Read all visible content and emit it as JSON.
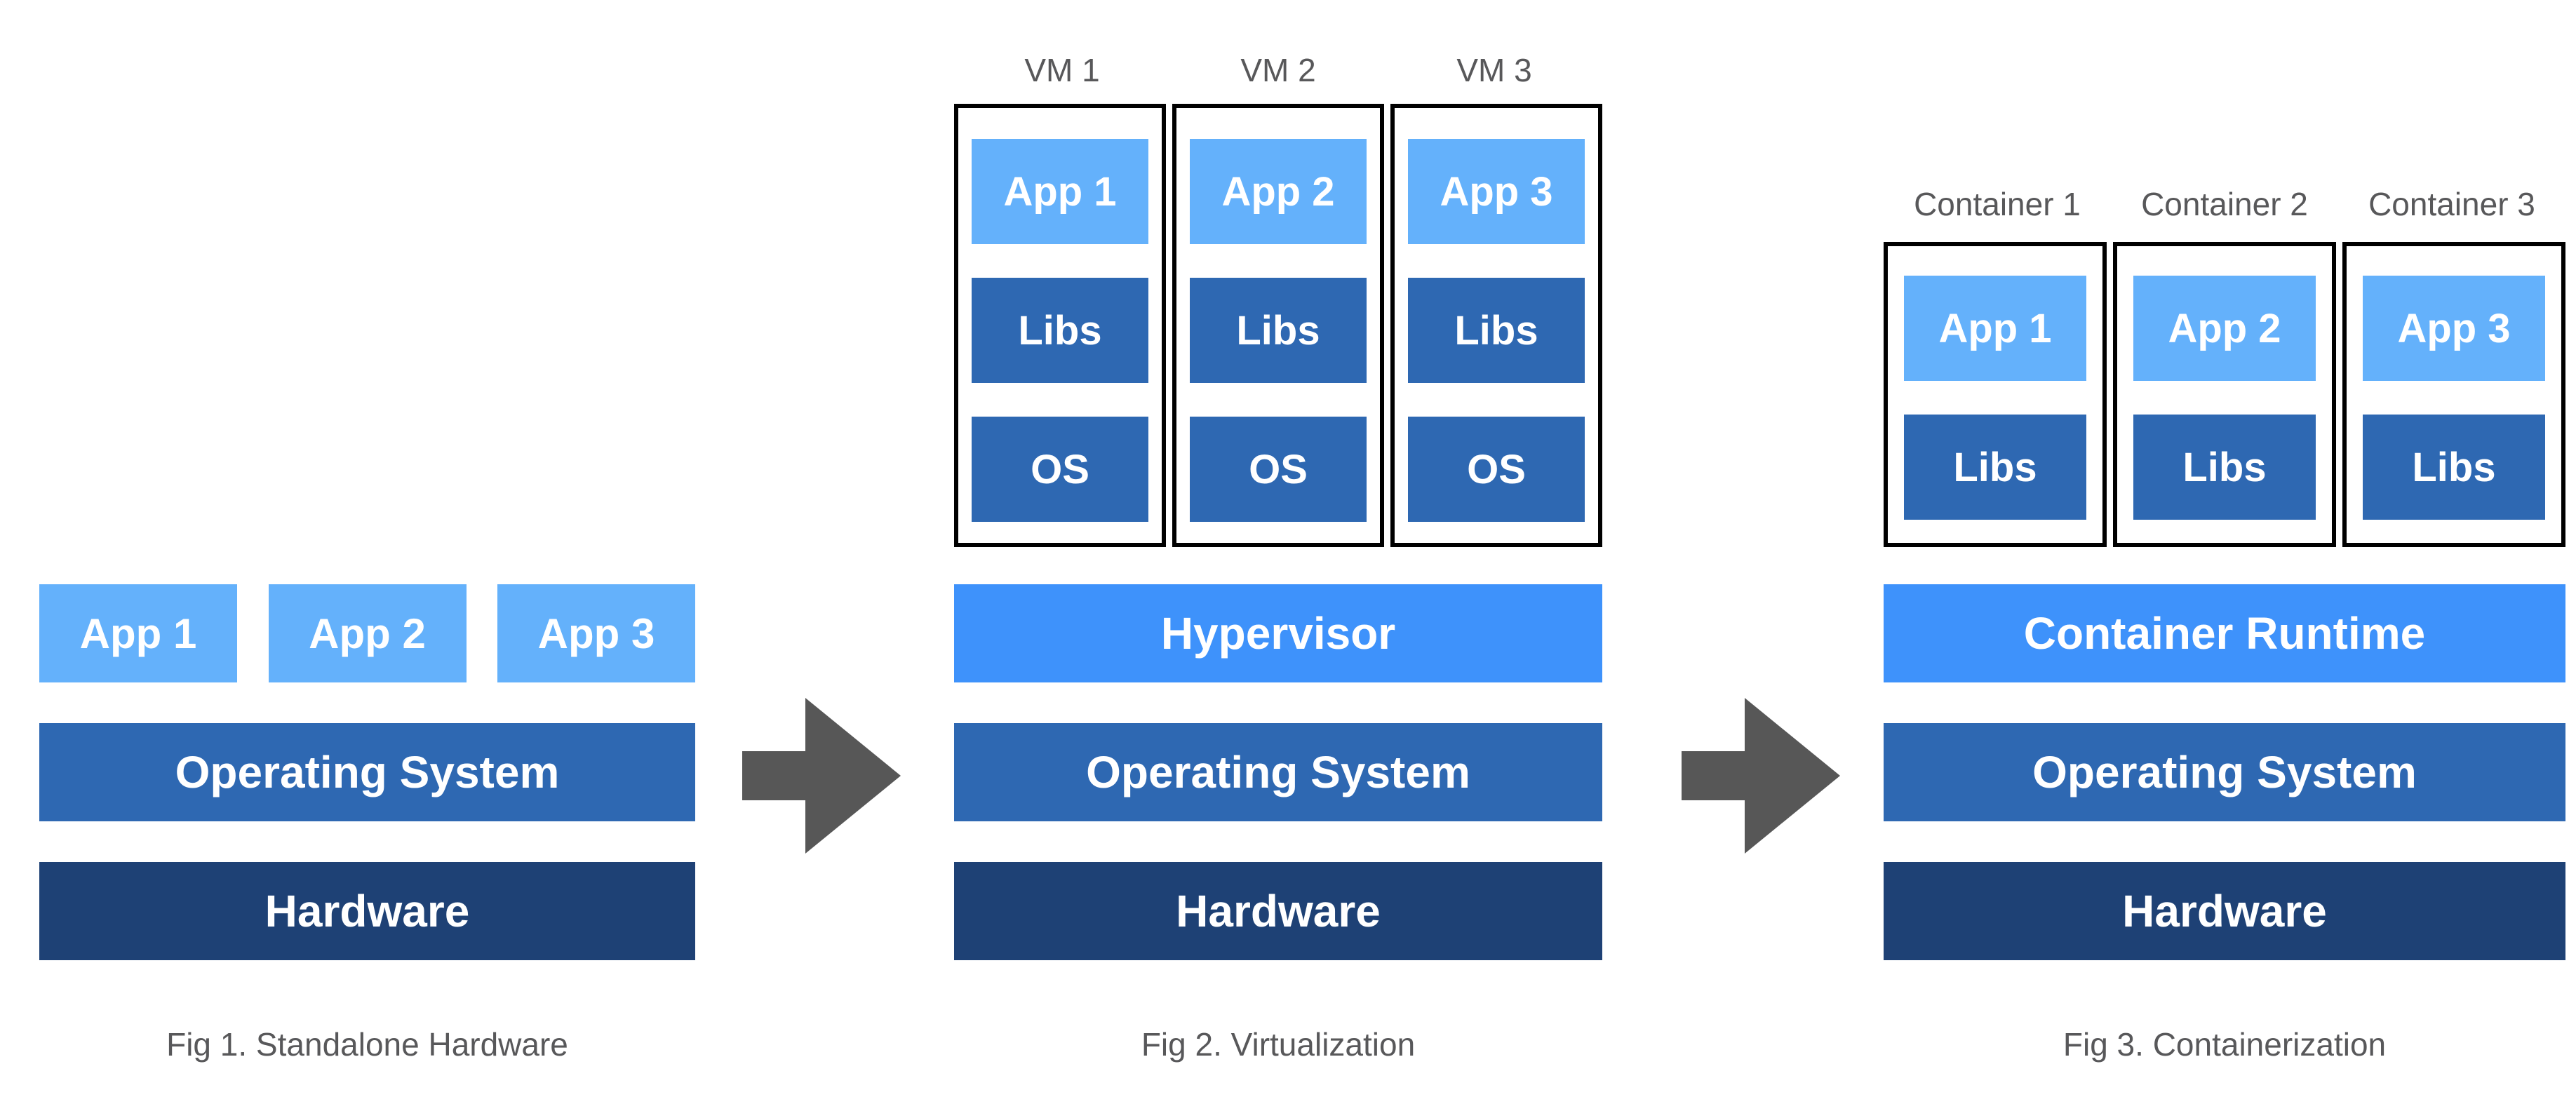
{
  "colors": {
    "app_light_blue": "#64B1FB",
    "runtime_bright_blue": "#3E92FB",
    "os_medium_blue": "#2E68B2",
    "hardware_navy": "#1E4175",
    "arrow_gray": "#575757",
    "label_gray": "#58585A",
    "frame_border_black": "#000000"
  },
  "fig1": {
    "caption": "Fig 1. Standalone Hardware",
    "apps": [
      "App 1",
      "App 2",
      "App 3"
    ],
    "os": "Operating System",
    "hardware": "Hardware"
  },
  "fig2": {
    "caption": "Fig 2. Virtualization",
    "vm_labels": [
      "VM 1",
      "VM 2",
      "VM 3"
    ],
    "vm_apps": [
      "App 1",
      "App 2",
      "App 3"
    ],
    "libs": "Libs",
    "guest_os": "OS",
    "hypervisor": "Hypervisor",
    "os": "Operating System",
    "hardware": "Hardware"
  },
  "fig3": {
    "caption": "Fig 3. Containerization",
    "container_labels": [
      "Container 1",
      "Container 2",
      "Container 3"
    ],
    "container_apps": [
      "App 1",
      "App 2",
      "App 3"
    ],
    "libs": "Libs",
    "runtime": "Container Runtime",
    "os": "Operating System",
    "hardware": "Hardware"
  }
}
